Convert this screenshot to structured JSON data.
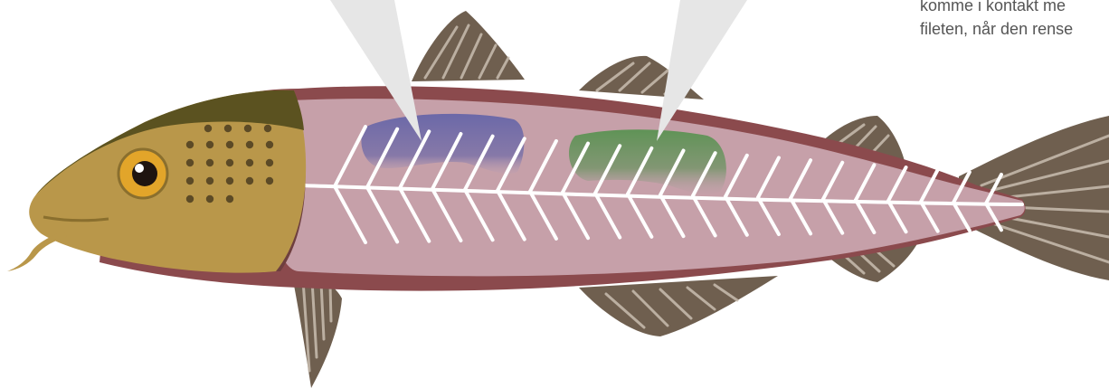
{
  "caption": {
    "lines": [
      "komme i kontakt me",
      "fileten, når den rense"
    ]
  },
  "colors": {
    "fin": "#6f5f4f",
    "fin_ray": "#c9bdb0",
    "body_outline": "#8b4a4d",
    "flesh": "#c6a0a9",
    "flesh_light": "#d7b6bd",
    "head": "#b9974a",
    "head_dark": "#5b5220",
    "eye_ring": "#e2a52a",
    "spots": "#5c4a26",
    "spine": "#ffffff",
    "blue_region": "#6b68a8",
    "green_region": "#5f9356",
    "pointer": "#e6e6e6"
  },
  "icons": {
    "fish": "cod-fish-illustration",
    "regions": [
      "blue-fillet-region",
      "green-fillet-region"
    ]
  }
}
